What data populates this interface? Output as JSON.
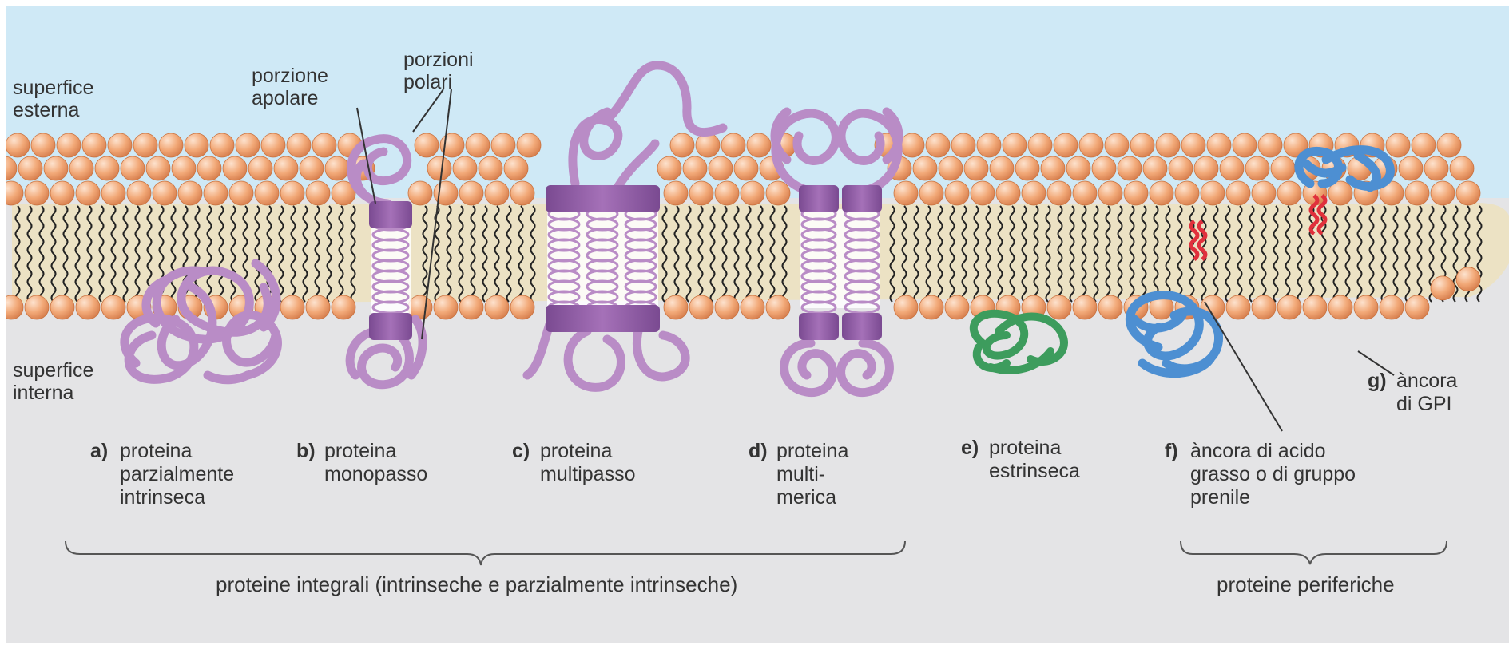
{
  "labels": {
    "outer_surface": [
      "superfice",
      "esterna"
    ],
    "inner_surface": [
      "superfice",
      "interna"
    ],
    "apolar_portion": [
      "porzione",
      "apolare"
    ],
    "polar_portions": [
      "porzioni",
      "polari"
    ]
  },
  "proteins": [
    {
      "letter": "a)",
      "lines": [
        "proteina",
        "parzialmente",
        "intrinseca"
      ]
    },
    {
      "letter": "b)",
      "lines": [
        "proteina",
        "monopasso"
      ]
    },
    {
      "letter": "c)",
      "lines": [
        "proteina",
        "multipasso"
      ]
    },
    {
      "letter": "d)",
      "lines": [
        "proteina",
        "multi-",
        "merica"
      ]
    },
    {
      "letter": "e)",
      "lines": [
        "proteina",
        "estrinseca"
      ]
    },
    {
      "letter": "f)",
      "lines": [
        "àncora di acido",
        "grasso o di gruppo",
        "prenile"
      ]
    },
    {
      "letter": "g)",
      "lines": [
        "àncora",
        "di GPI"
      ]
    }
  ],
  "groups": {
    "integral": "proteine integrali (intrinseche e parzialmente intrinseche)",
    "peripheral": "proteine periferiche"
  },
  "colors": {
    "extracellular": "#cfe9f6",
    "cytoplasm": "#e4e4e6",
    "lipid_head": "#f2a978",
    "lipid_core": "#ece2c4",
    "protein_violet": "#b98cc6",
    "protein_dark_violet": "#7d4b93",
    "protein_green": "#3d9c5d",
    "protein_blue": "#4d8fd2",
    "anchor_red": "#e0303c"
  }
}
